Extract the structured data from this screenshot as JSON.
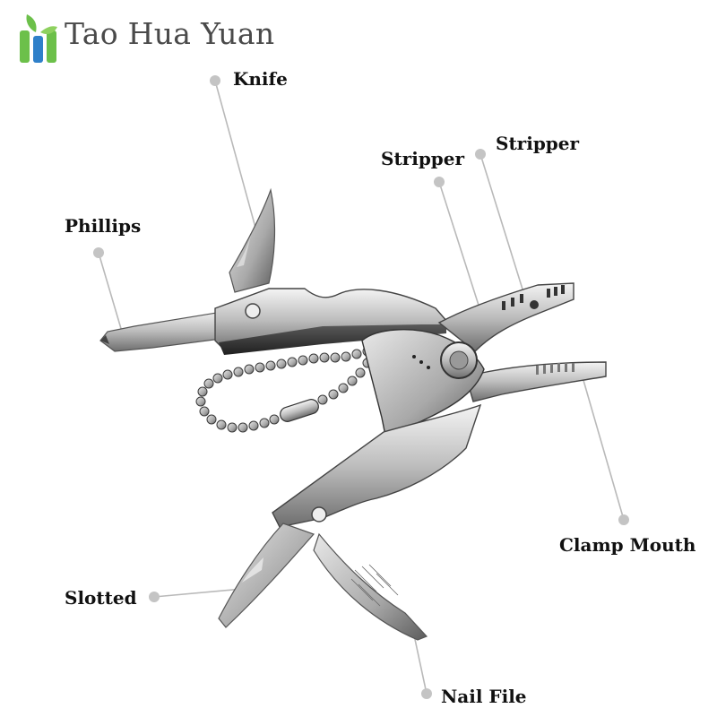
{
  "brand": {
    "name": "Tao Hua Yuan"
  },
  "labels": {
    "knife": "Knife",
    "phillips": "Phillips",
    "stripper_left": "Stripper",
    "stripper_right": "Stripper",
    "clamp_mouth": "Clamp Mouth",
    "slotted": "Slotted",
    "nail_file": "Nail File"
  },
  "colors": {
    "logo_green": "#6cc04a",
    "logo_blue": "#2f80c9",
    "leader_line": "#b9b9b9",
    "leader_dot": "#c4c4c4"
  }
}
